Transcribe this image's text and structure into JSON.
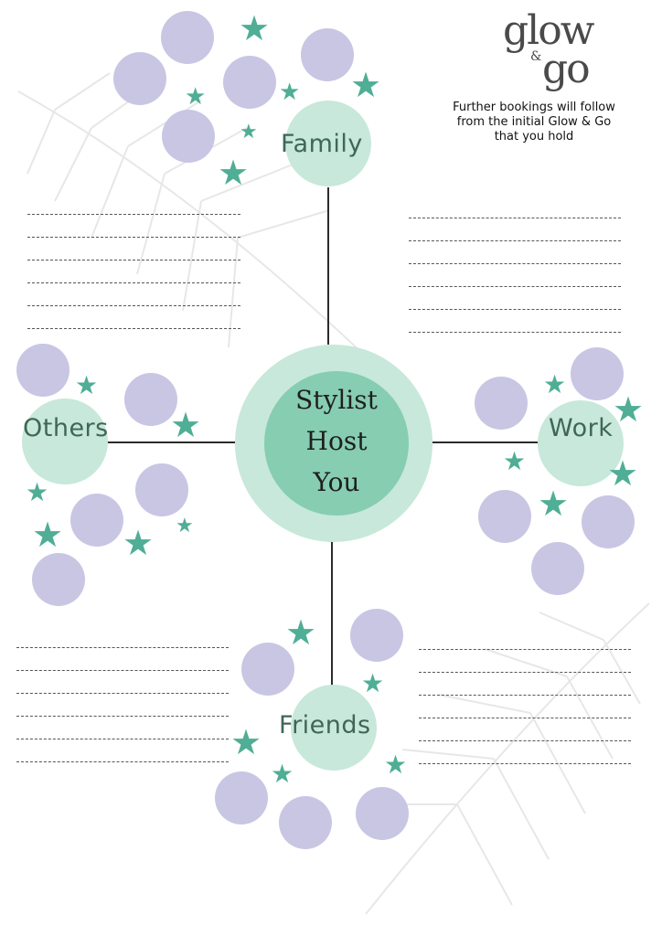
{
  "brand": {
    "logo_word_1": "glow",
    "logo_amp": "&",
    "logo_word_2": "go"
  },
  "tagline": {
    "line1": "Further bookings will follow",
    "line2": "from the initial Glow & Go",
    "line3": "that you hold"
  },
  "center": {
    "line1": "Stylist",
    "line2": "Host",
    "line3": "You"
  },
  "nodes": {
    "family": "Family",
    "work": "Work",
    "friends": "Friends",
    "others": "Others"
  },
  "colors": {
    "bubble": "#c9c6e4",
    "star": "#4fae95",
    "node_light": "#c7e8da",
    "node_center": "#86cdb1",
    "label_text": "#3f6657"
  },
  "icons": {
    "star": "star-icon",
    "leaf": "palm-leaf-watermark"
  }
}
